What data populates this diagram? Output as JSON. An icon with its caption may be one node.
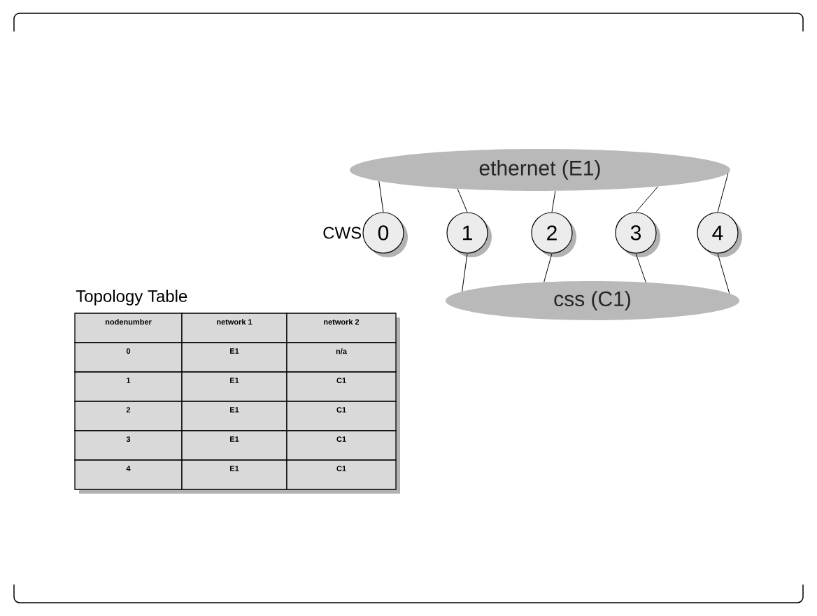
{
  "diagram": {
    "nodes": [
      {
        "text": [
          "ethernet (E1)"
        ]
      },
      {
        "text": [
          "0"
        ],
        "beside": [
          "CWS"
        ]
      },
      {
        "text": [
          "1"
        ]
      },
      {
        "text": [
          "2"
        ]
      },
      {
        "text": [
          "3"
        ]
      },
      {
        "text": [
          "4"
        ]
      },
      {
        "text": [
          "css (C1)"
        ]
      }
    ],
    "edges": [
      {
        "from": 0,
        "to": 1,
        "arrow": "none"
      },
      {
        "from": 0,
        "to": 2,
        "arrow": "none"
      },
      {
        "from": 0,
        "to": 3,
        "arrow": "none"
      },
      {
        "from": 0,
        "to": 4,
        "arrow": "none"
      },
      {
        "from": 0,
        "to": 5,
        "arrow": "none"
      },
      {
        "from": 2,
        "to": 6,
        "arrow": "none"
      },
      {
        "from": 3,
        "to": 6,
        "arrow": "none"
      },
      {
        "from": 4,
        "to": 6,
        "arrow": "none"
      },
      {
        "from": 5,
        "to": 6,
        "arrow": "none"
      }
    ],
    "labels": [
      "Topology Table",
      "nodenumber",
      "network 1",
      "network 2",
      "0",
      "E1",
      "n/a",
      "1",
      "E1",
      "C1",
      "2",
      "E1",
      "C1",
      "3",
      "E1",
      "C1",
      "4",
      "E1",
      "C1"
    ]
  }
}
